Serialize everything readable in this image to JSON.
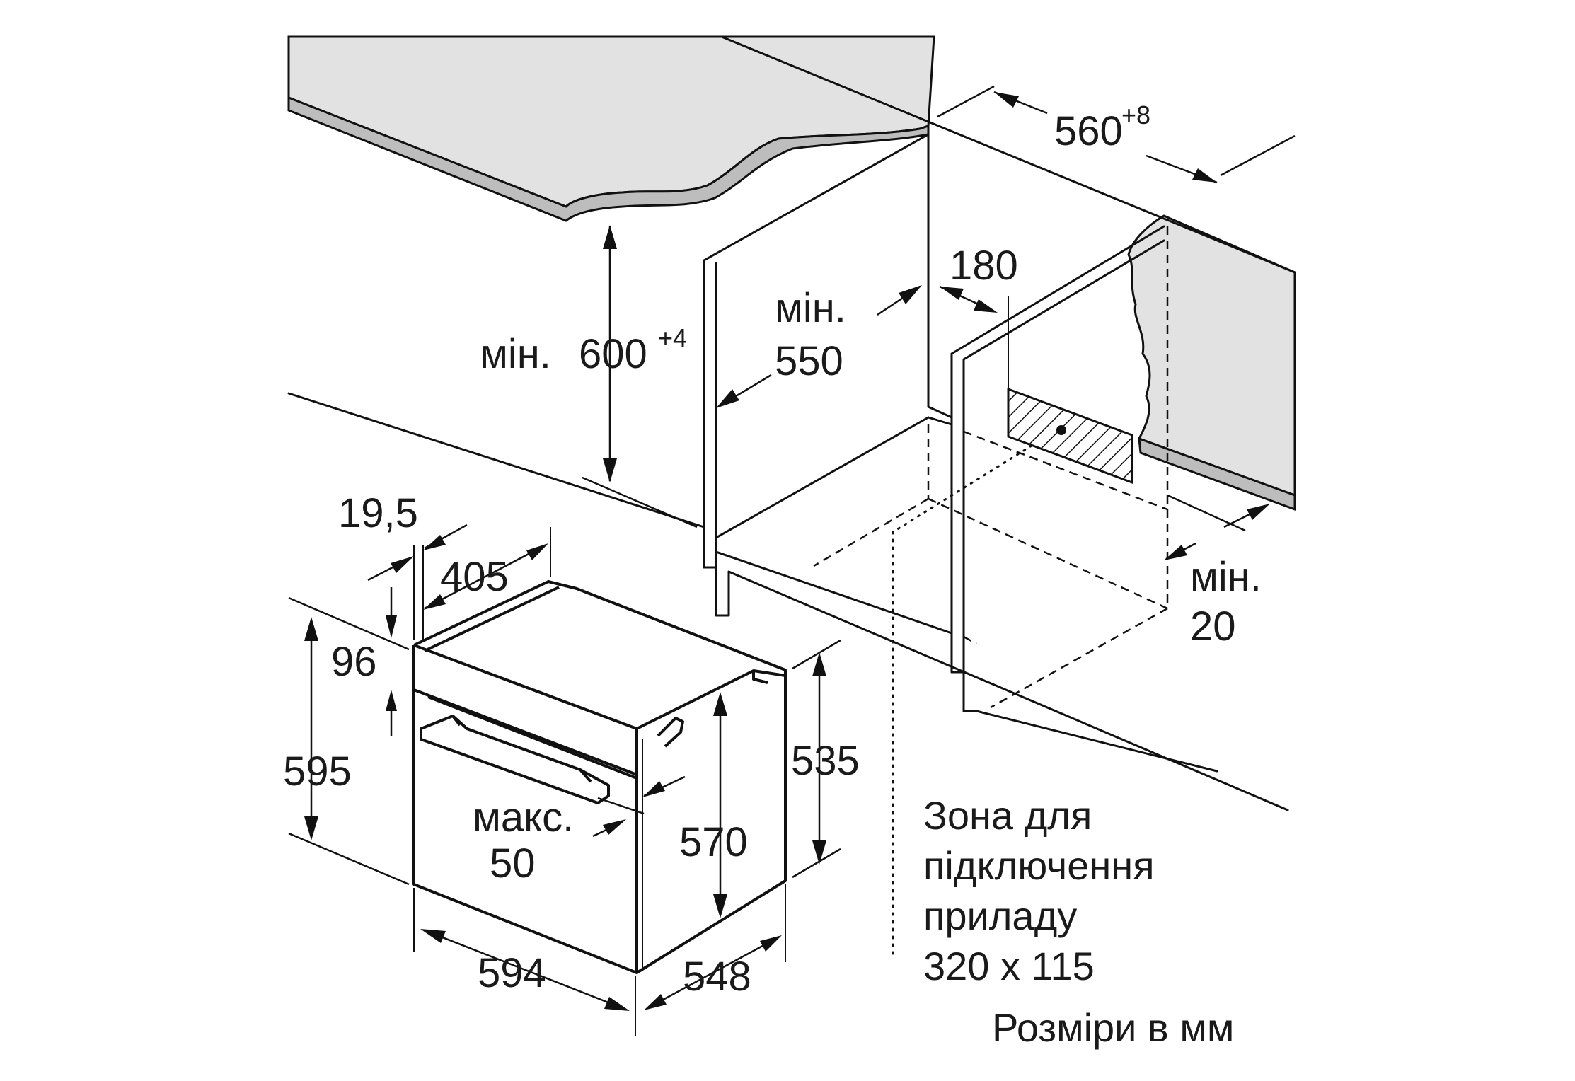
{
  "dimensions": {
    "width_560": "560",
    "width_560_tolerance": "+8",
    "depth_min_550_prefix": "мін.",
    "depth_min_550": "550",
    "height_600_prefix": "мін.",
    "height_600": "600",
    "height_600_tolerance": "+4",
    "offset_180": "180",
    "gap_min_20_prefix": "мін.",
    "gap_min_20": "20",
    "front_19_5": "19,5",
    "depth_405": "405",
    "panel_96": "96",
    "height_595": "595",
    "height_535": "535",
    "height_570": "570",
    "max_50_prefix": "макс.",
    "max_50": "50",
    "width_594": "594",
    "depth_548": "548"
  },
  "connection_zone": {
    "line1": "Зона для",
    "line2": "підключення",
    "line3": "приладу",
    "line4": "320 x 115"
  },
  "units_note": "Розміри в мм",
  "colors": {
    "countertop": "#e2e2e2",
    "countertop_edge": "#bdbdbd",
    "lines": "#111111",
    "background": "#ffffff"
  }
}
